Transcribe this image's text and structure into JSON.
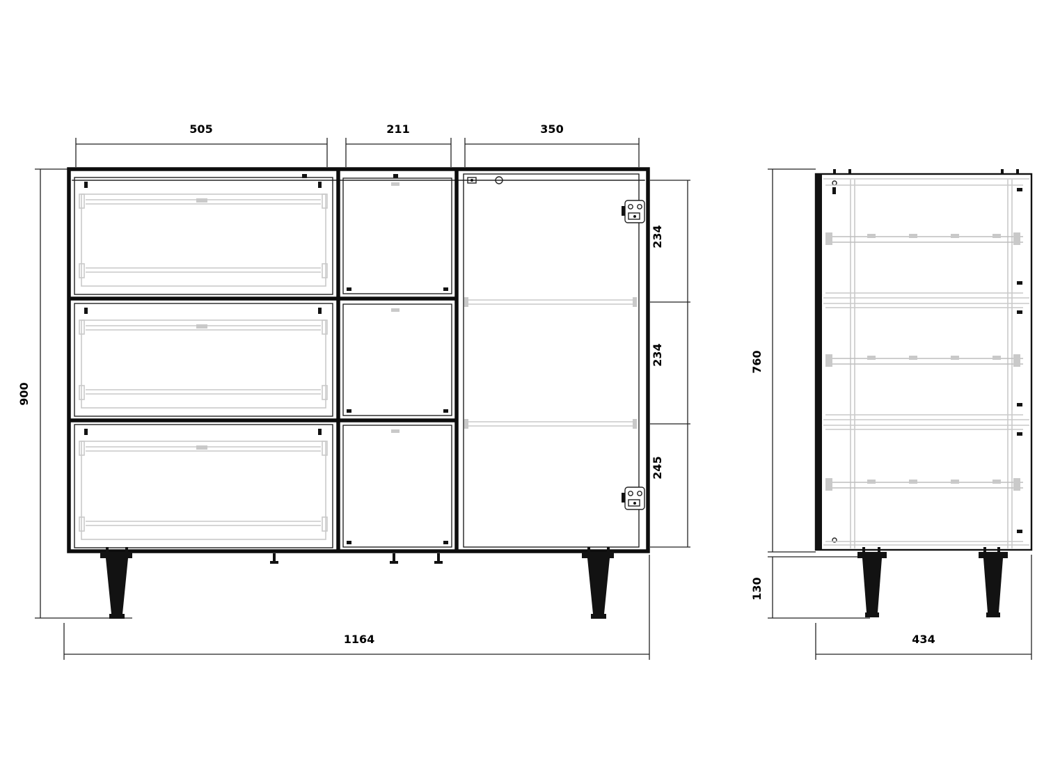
{
  "front": {
    "dims": {
      "top_left": "505",
      "top_middle": "211",
      "top_right": "350",
      "height": "900",
      "width": "1164",
      "right_top": "234",
      "right_middle": "234",
      "right_bottom": "245"
    }
  },
  "side": {
    "dims": {
      "height": "760",
      "leg_height": "130",
      "depth": "434"
    }
  },
  "colors": {
    "line": "#111111",
    "detail": "#c9c9c9",
    "background": "#ffffff"
  }
}
